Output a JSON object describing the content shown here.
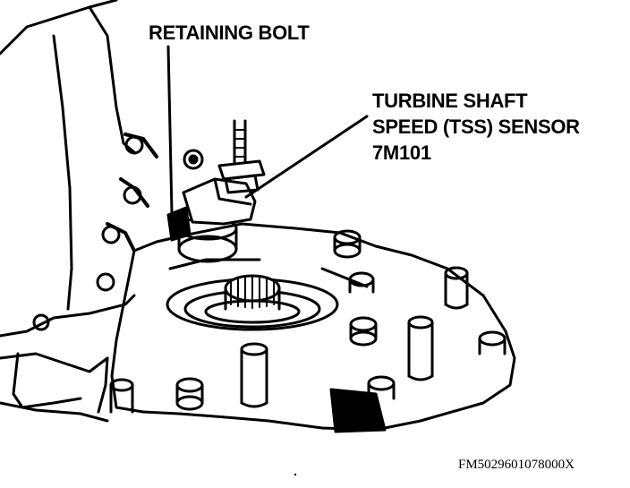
{
  "labels": {
    "retaining_bolt": "RETAINING BOLT",
    "tss_line1": "TURBINE SHAFT",
    "tss_line2": "SPEED (TSS) SENSOR",
    "tss_line3": "7M101"
  },
  "figure_code": "FM5029601078000X"
}
